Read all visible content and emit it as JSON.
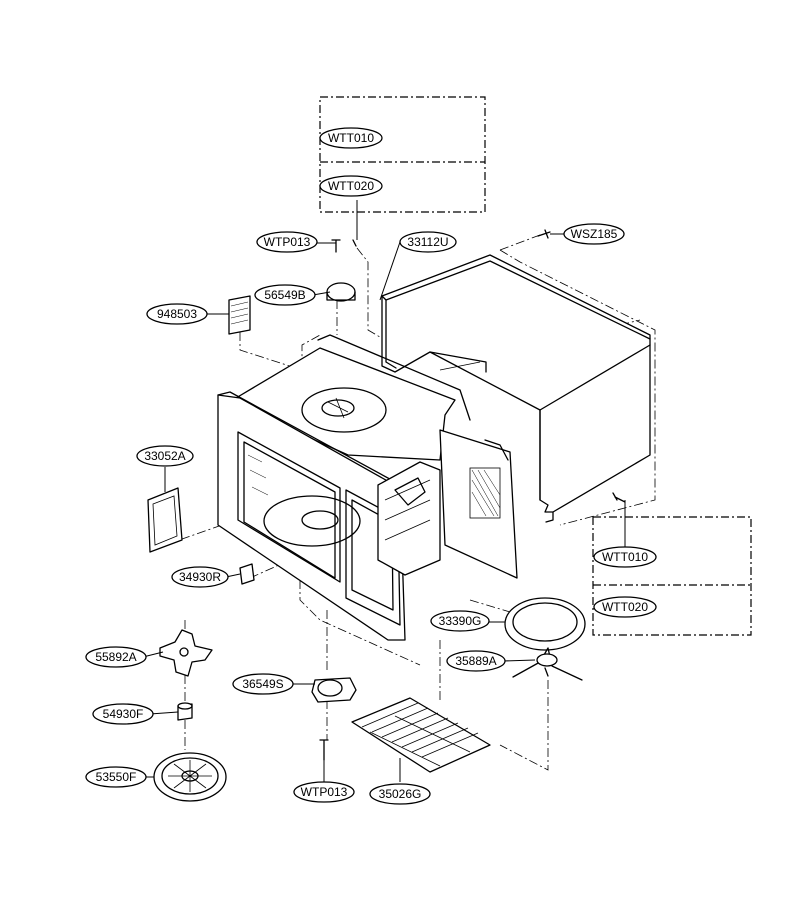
{
  "parts": [
    {
      "id": "WTT010-top",
      "label": "WTT010"
    },
    {
      "id": "WTT020-top",
      "label": "WTT020"
    },
    {
      "id": "WTP013-top",
      "label": "WTP013"
    },
    {
      "id": "33112U",
      "label": "33112U"
    },
    {
      "id": "WSZ185",
      "label": "WSZ185"
    },
    {
      "id": "56549B",
      "label": "56549B"
    },
    {
      "id": "948503",
      "label": "948503"
    },
    {
      "id": "33052A",
      "label": "33052A"
    },
    {
      "id": "34930R",
      "label": "34930R"
    },
    {
      "id": "55892A",
      "label": "55892A"
    },
    {
      "id": "36549S",
      "label": "36549S"
    },
    {
      "id": "54930F",
      "label": "54930F"
    },
    {
      "id": "53550F",
      "label": "53550F"
    },
    {
      "id": "WTP013-bottom",
      "label": "WTP013"
    },
    {
      "id": "35026G",
      "label": "35026G"
    },
    {
      "id": "33390G",
      "label": "33390G"
    },
    {
      "id": "35889A",
      "label": "35889A"
    },
    {
      "id": "WTT010-right",
      "label": "WTT010"
    },
    {
      "id": "WTT020-right",
      "label": "WTT020"
    }
  ]
}
